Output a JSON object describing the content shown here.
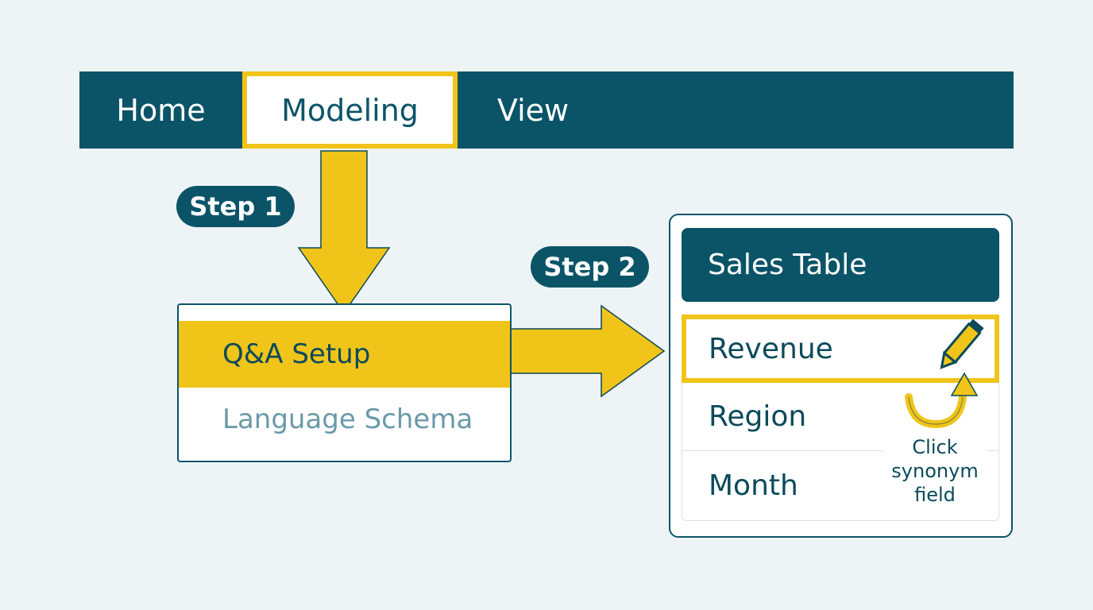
{
  "ribbon": {
    "tabs": [
      "Home",
      "Modeling",
      "View"
    ]
  },
  "steps": {
    "step1": "Step 1",
    "step2": "Step 2"
  },
  "menu": {
    "items": [
      "Q&A Setup",
      "Language Schema"
    ]
  },
  "panel": {
    "title": "Sales Table",
    "fields": [
      "Revenue",
      "Region",
      "Month"
    ],
    "hint_lines": [
      "Click",
      "synonym",
      "field"
    ]
  },
  "colors": {
    "accent": "#f0c419",
    "primary": "#0b5468",
    "background": "#eef3f6"
  },
  "icons": [
    "pencil-icon",
    "curved-arrow-icon"
  ]
}
